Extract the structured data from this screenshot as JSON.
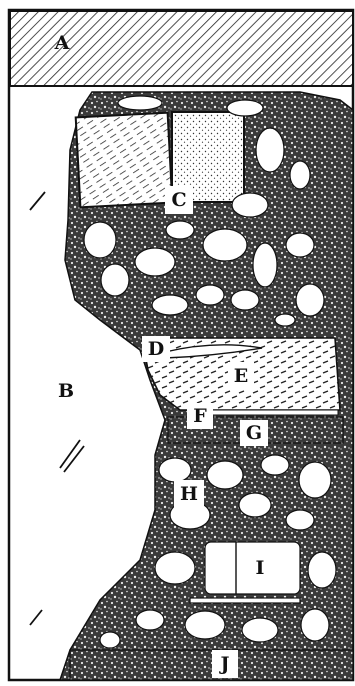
{
  "labels": {
    "A": "A",
    "B": "B",
    "C": "C",
    "D": "D",
    "E": "E",
    "F": "F",
    "G": "G",
    "H": "H",
    "I": "I",
    "J": "J"
  },
  "colors": {
    "ink": "#111111",
    "paper": "#ffffff",
    "hatch": "#222222",
    "matrix": "#3a3a3a"
  }
}
